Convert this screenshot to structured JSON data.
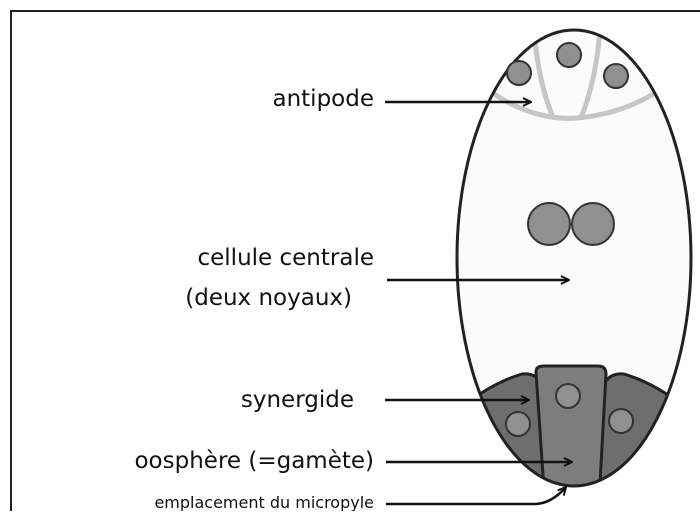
{
  "diagram": {
    "labels": {
      "antipode": "antipode",
      "central_cell_line1": "cellule centrale",
      "central_cell_line2": "(deux noyaux)",
      "synergid": "synergide",
      "egg_cell": "oosphère (=gamète)",
      "micropyle": "emplacement du micropyle"
    },
    "colors": {
      "outline": "#222222",
      "antipode_wall": "#c6c6c6",
      "nucleus_fill": "#909090",
      "synergid_fill": "#6e6e6e",
      "egg_cell_fill": "#7d7d7d",
      "sac_fill": "#fbfbfb"
    }
  }
}
